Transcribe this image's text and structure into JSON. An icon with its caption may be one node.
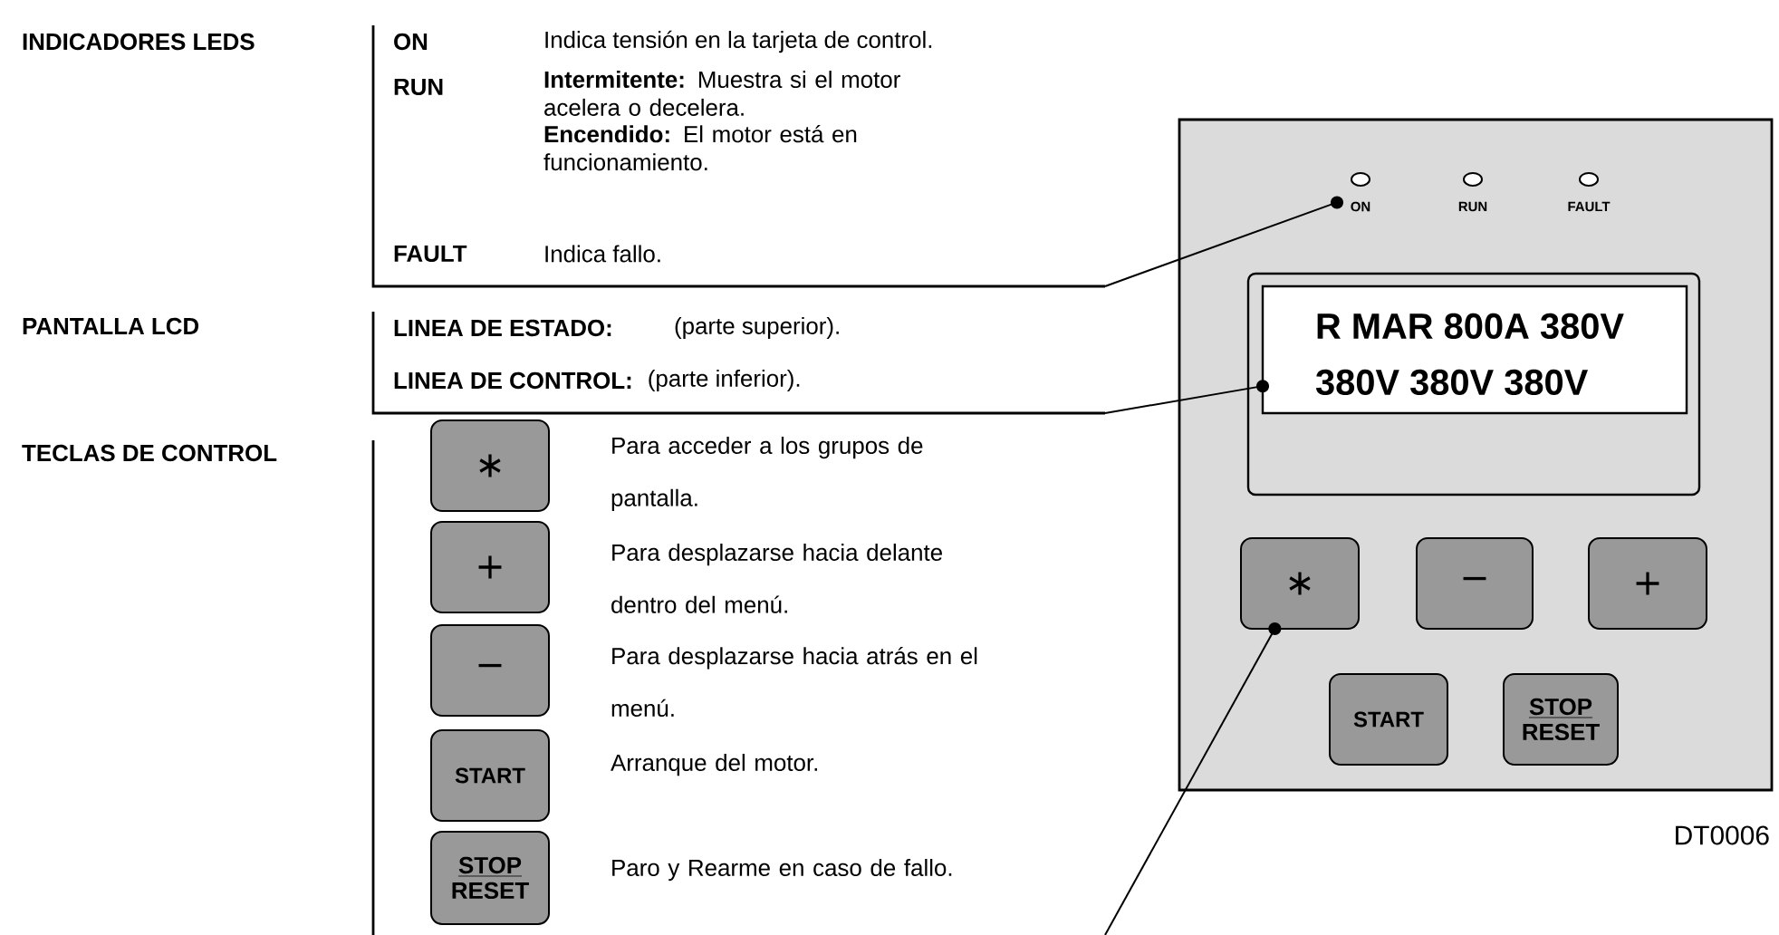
{
  "diagram": {
    "nodes": [
      {
        "text": [
          "INDICADORES LEDS",
          "ON",
          "Indica tensión en la tarjeta de control.",
          "RUN",
          "**Intermitente:** Muestra si el motor acelera o decelera.",
          "**Encendido:** El motor está en funcionamiento.",
          "FAULT",
          "Indica fallo."
        ]
      },
      {
        "text": [
          "PANTALLA LCD",
          "LINEA DE ESTADO:",
          "(parte superior).",
          "LINEA DE CONTROL:",
          "(parte inferior)."
        ]
      },
      {
        "text": [
          "TECLAS DE CONTROL",
          "Para acceder a los grupos de pantalla.",
          "Para desplazarse hacia delante dentro del menú.",
          "Para desplazarse hacia atrás en el menú.",
          "Arranque del motor.",
          "Paro y Rearme en caso de fallo."
        ]
      },
      {
        "text": [
          "∗"
        ],
        "in": 2
      },
      {
        "text": [
          "+"
        ],
        "in": 2
      },
      {
        "text": [
          "−"
        ],
        "in": 2
      },
      {
        "text": [
          "START"
        ],
        "in": 2
      },
      {
        "text": [
          "STOP",
          "RESET"
        ],
        "in": 2
      },
      {
        "text": [],
        "shape": "box"
      },
      {
        "text": [
          "ON"
        ],
        "in": 8
      },
      {
        "text": [
          "RUN"
        ],
        "in": 8
      },
      {
        "text": [
          "FAULT"
        ],
        "in": 8
      },
      {
        "text": [],
        "shape": "box",
        "in": 8
      },
      {
        "text": [
          "R MAR 800A 380V",
          "380V 380V 380V"
        ],
        "in": 12
      },
      {
        "text": [
          "∗"
        ],
        "in": 8
      },
      {
        "text": [
          "−"
        ],
        "in": 8
      },
      {
        "text": [
          "+"
        ],
        "in": 8
      },
      {
        "text": [
          "START"
        ],
        "in": 8
      },
      {
        "text": [
          "STOP",
          "RESET"
        ],
        "in": 8
      }
    ],
    "edges": [
      {
        "from": 0,
        "to": 9,
        "arrow": "other"
      },
      {
        "from": 1,
        "to": 13,
        "arrow": "other"
      },
      {
        "from": null,
        "to": 14,
        "arrow": "other"
      }
    ],
    "labels": [
      "DT0006"
    ]
  }
}
